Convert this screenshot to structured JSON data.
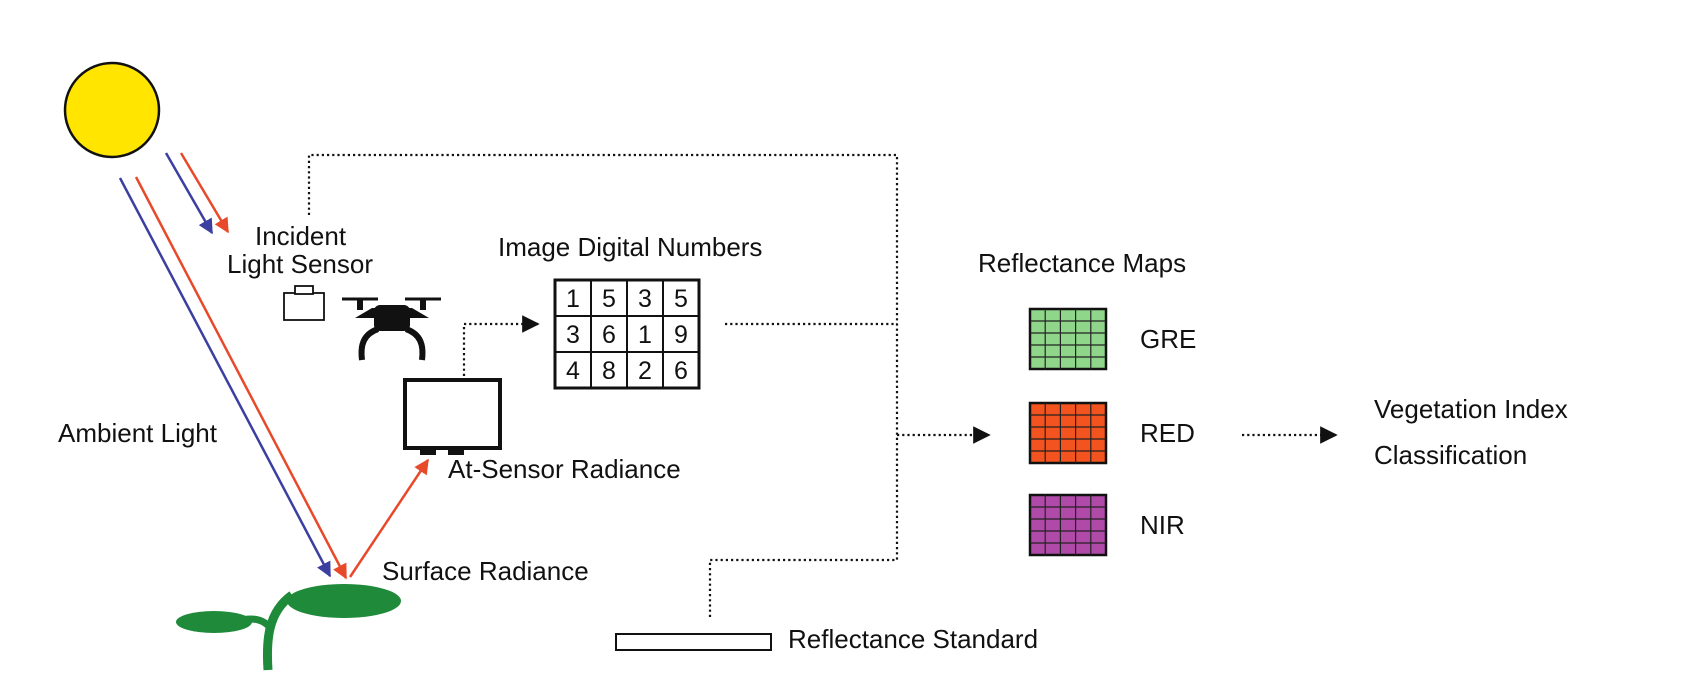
{
  "labels": {
    "incident_line1": "Incident",
    "incident_line2": "Light Sensor",
    "image_dn": "Image Digital Numbers",
    "ambient": "Ambient Light",
    "at_sensor": "At-Sensor Radiance",
    "surface": "Surface Radiance",
    "reflectance_standard": "Reflectance Standard",
    "reflectance_maps": "Reflectance Maps",
    "vegetation_index": "Vegetation Index",
    "classification": "Classification"
  },
  "digital_numbers": [
    [
      "1",
      "5",
      "3",
      "5"
    ],
    [
      "3",
      "6",
      "1",
      "9"
    ],
    [
      "4",
      "8",
      "2",
      "6"
    ]
  ],
  "bands": [
    {
      "name": "GRE",
      "color": "#8fd68a"
    },
    {
      "name": "RED",
      "color": "#f2531f"
    },
    {
      "name": "NIR",
      "color": "#b04aa8"
    }
  ],
  "colors": {
    "sun": "#ffe500",
    "blue_ray": "#3b3fa0",
    "red_ray": "#e8492a",
    "plant": "#1e8a3a"
  }
}
